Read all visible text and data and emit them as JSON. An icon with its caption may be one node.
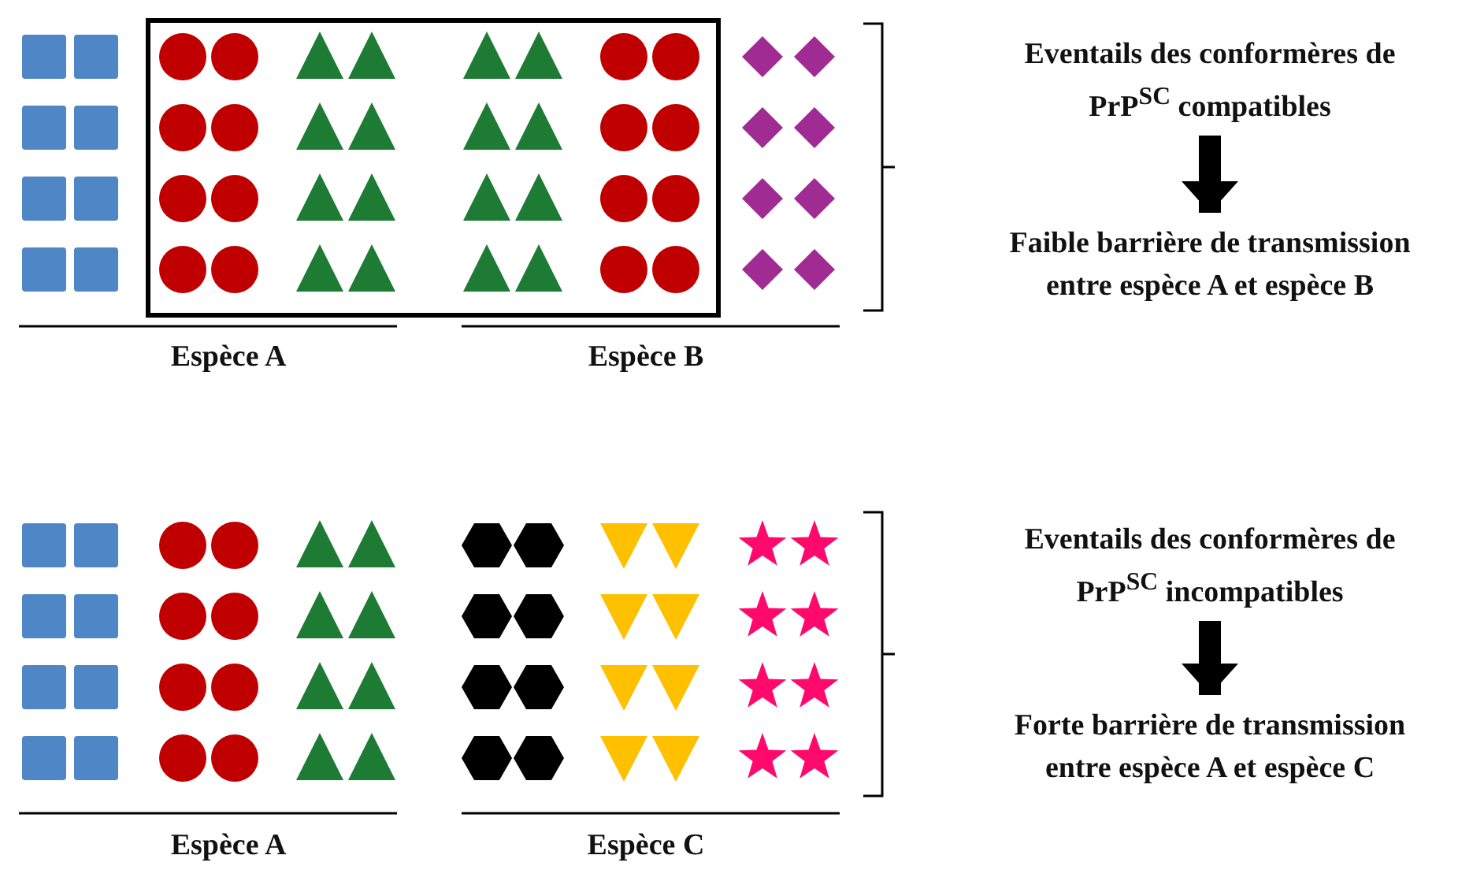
{
  "diagram": {
    "nodes": [
      {
        "text": [
          "Eventails des conformères de PrP$^{SC}$ compatibles"
        ]
      },
      {
        "text": [
          "Faible barrière de transmission entre espèce A et espèce B"
        ]
      },
      {
        "text": [
          "Eventails des conformères de PrP$^{SC}$ incompatibles"
        ]
      },
      {
        "text": [
          "Forte barrière de transmission entre espèce A et espèce C"
        ]
      }
    ],
    "edges": [
      {
        "from": 0,
        "to": 1,
        "arrow": "to"
      },
      {
        "from": 2,
        "to": 3,
        "arrow": "to"
      }
    ],
    "labels": [
      "Espèce A",
      "Espèce B",
      "Espèce A",
      "Espèce C"
    ]
  }
}
